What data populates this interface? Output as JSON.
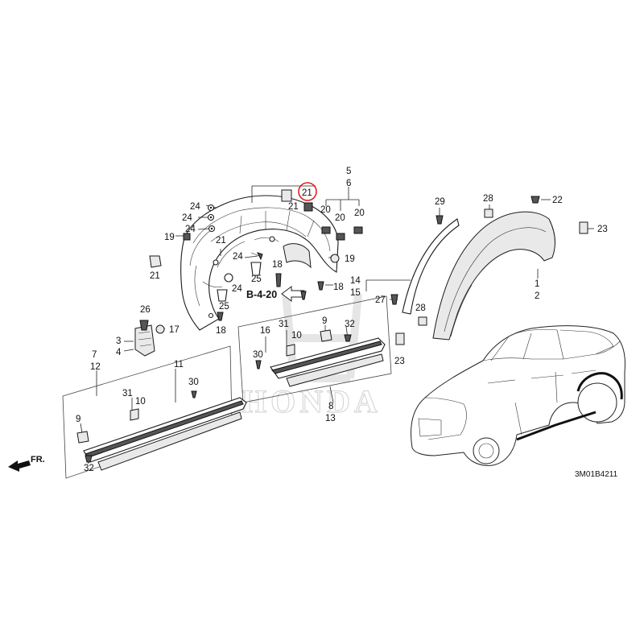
{
  "diagram": {
    "reference_link": "B-4-20",
    "drawing_code": "3M01B4211",
    "front_indicator": "FR.",
    "watermark": "HONDA",
    "highlight_color": "#e0201a",
    "highlighted_callout": "21",
    "callouts": {
      "c1": "1",
      "c2": "2",
      "c3": "3",
      "c4": "4",
      "c5": "5",
      "c6": "6",
      "c7": "7",
      "c8": "8",
      "c9": "9",
      "c10": "10",
      "c11": "11",
      "c12": "12",
      "c13": "13",
      "c14": "14",
      "c15": "15",
      "c16": "16",
      "c17": "17",
      "c18": "18",
      "c19": "19",
      "c20": "20",
      "c21": "21",
      "c22": "22",
      "c23": "23",
      "c24": "24",
      "c25": "25",
      "c26": "26",
      "c27": "27",
      "c28": "28",
      "c29": "29",
      "c30": "30",
      "c31": "31",
      "c32": "32"
    }
  }
}
